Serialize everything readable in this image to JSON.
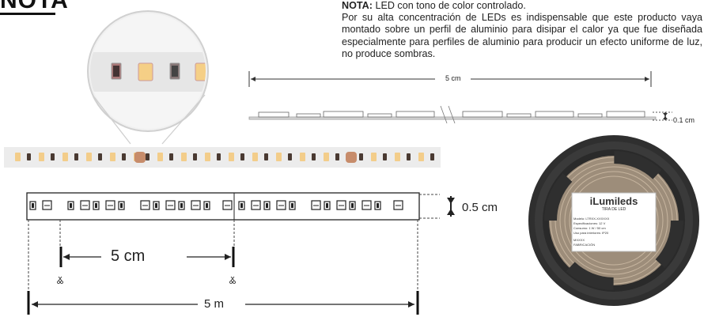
{
  "heading": {
    "visible_fragment": "NOTA"
  },
  "note": {
    "label": "NOTA:",
    "line1_rest": "LED con tono de color controlado.",
    "paragraph": "Por su alta concentración de LEDs es indispensable que este producto vaya montado sobre un perfil de aluminio para disipar el calor ya que fue diseñada especialmente para perfiles de aluminio para producir un efecto uniforme de luz, no produce sombras."
  },
  "profile_diagram": {
    "length_label": "5 cm",
    "height_label": "0.1 cm"
  },
  "strip_diagram": {
    "width_label": "0.5 cm",
    "cut_interval_label": "5 cm",
    "total_length_label": "5 m"
  },
  "reel": {
    "brand": "iLumileds",
    "label_title": "TIRA DE LED",
    "label_lines": [
      "Modelo: LTRXX-XXXXXX",
      "Especificaciones: 12 V",
      "Consumo: 1 W / 50 cm",
      "Uso para interiores: IP20",
      "MXXXX",
      "FABRICACIÓN"
    ]
  },
  "colors": {
    "strip_bg": "#ececec",
    "led_warm": "#f3cd8a",
    "reel_dark": "#2f2f2f",
    "text": "#222222"
  }
}
